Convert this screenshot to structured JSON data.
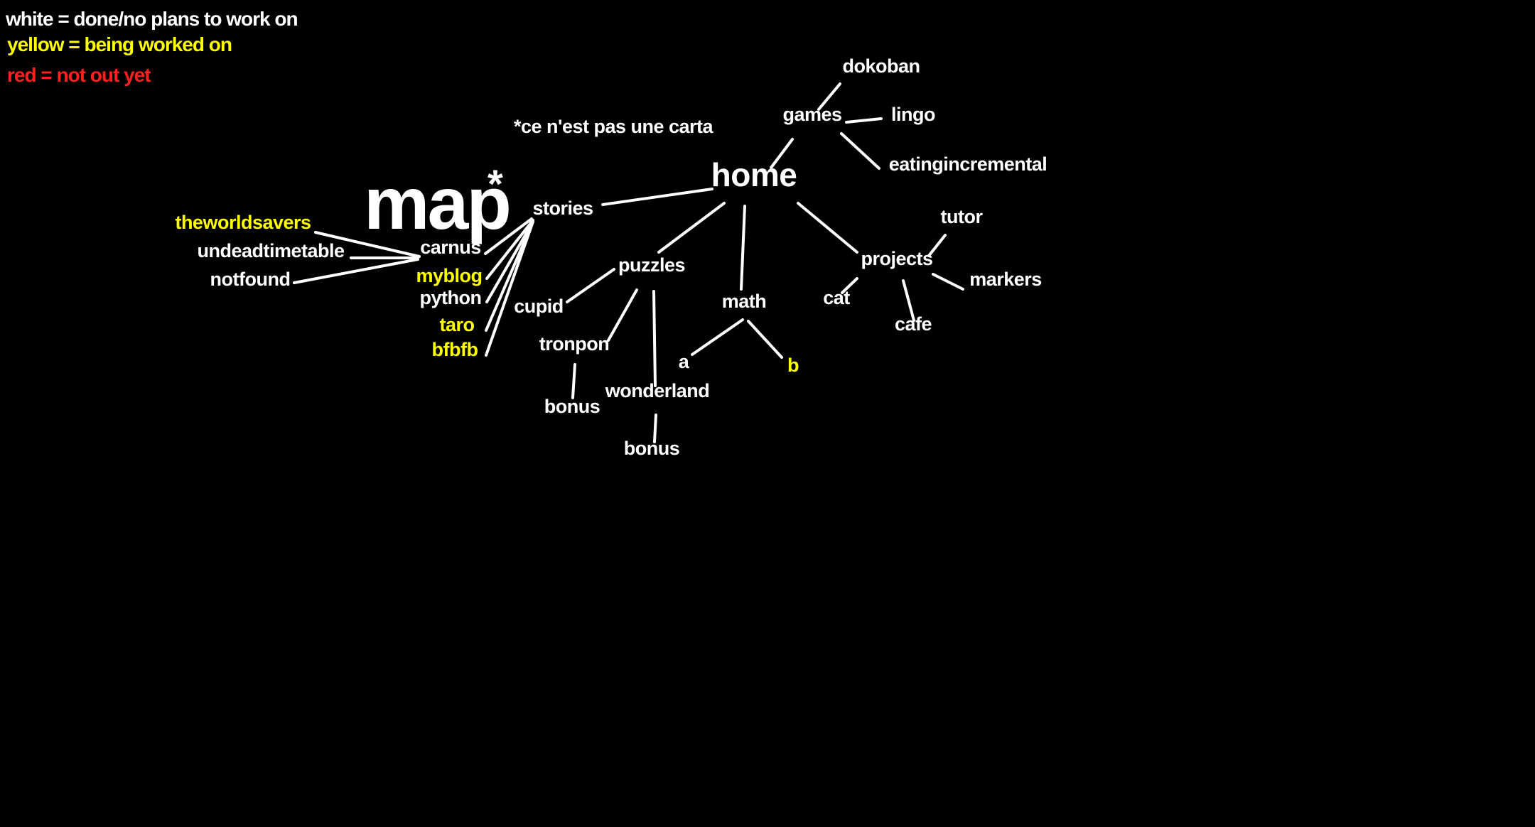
{
  "colors": {
    "background": "#000000",
    "white": "#ffffff",
    "yellow": "#ffff00",
    "red": "#ff2020"
  },
  "legend": {
    "white_label": "white = done/no plans to work on",
    "yellow_label": "yellow = being worked on",
    "red_label": "red = not out yet"
  },
  "title": {
    "text": "map",
    "asterisk": "*"
  },
  "footnote": "*ce n'est pas une carta",
  "nodes": {
    "home": {
      "label": "home",
      "status": "white"
    },
    "games": {
      "label": "games",
      "status": "white"
    },
    "dokoban": {
      "label": "dokoban",
      "status": "white"
    },
    "lingo": {
      "label": "lingo",
      "status": "white"
    },
    "eatingincremental": {
      "label": "eatingincremental",
      "status": "white"
    },
    "stories": {
      "label": "stories",
      "status": "white"
    },
    "carnus": {
      "label": "carnus",
      "status": "white"
    },
    "myblog": {
      "label": "myblog",
      "status": "yellow"
    },
    "python": {
      "label": "python",
      "status": "white"
    },
    "taro": {
      "label": "taro",
      "status": "yellow"
    },
    "bfbfb": {
      "label": "bfbfb",
      "status": "yellow"
    },
    "theworldsavers": {
      "label": "theworldsavers",
      "status": "yellow"
    },
    "undeadtimetable": {
      "label": "undeadtimetable",
      "status": "white"
    },
    "notfound": {
      "label": "notfound",
      "status": "white"
    },
    "puzzles": {
      "label": "puzzles",
      "status": "white"
    },
    "cupid": {
      "label": "cupid",
      "status": "white"
    },
    "tronpon": {
      "label": "tronpon",
      "status": "white"
    },
    "tronpon_bonus": {
      "label": "bonus",
      "status": "white"
    },
    "wonderland": {
      "label": "wonderland",
      "status": "white"
    },
    "wonderland_bonus": {
      "label": "bonus",
      "status": "white"
    },
    "math": {
      "label": "math",
      "status": "white"
    },
    "a": {
      "label": "a",
      "status": "white"
    },
    "b": {
      "label": "b",
      "status": "yellow"
    },
    "projects": {
      "label": "projects",
      "status": "white"
    },
    "tutor": {
      "label": "tutor",
      "status": "white"
    },
    "markers": {
      "label": "markers",
      "status": "white"
    },
    "cat": {
      "label": "cat",
      "status": "white"
    },
    "cafe": {
      "label": "cafe",
      "status": "white"
    }
  },
  "edges": [
    [
      "home",
      "games"
    ],
    [
      "games",
      "dokoban"
    ],
    [
      "games",
      "lingo"
    ],
    [
      "games",
      "eatingincremental"
    ],
    [
      "home",
      "stories"
    ],
    [
      "stories",
      "carnus"
    ],
    [
      "stories",
      "myblog"
    ],
    [
      "stories",
      "python"
    ],
    [
      "stories",
      "taro"
    ],
    [
      "stories",
      "bfbfb"
    ],
    [
      "carnus",
      "theworldsavers"
    ],
    [
      "carnus",
      "undeadtimetable"
    ],
    [
      "carnus",
      "notfound"
    ],
    [
      "home",
      "puzzles"
    ],
    [
      "puzzles",
      "cupid"
    ],
    [
      "puzzles",
      "tronpon"
    ],
    [
      "puzzles",
      "wonderland"
    ],
    [
      "tronpon",
      "tronpon_bonus"
    ],
    [
      "wonderland",
      "wonderland_bonus"
    ],
    [
      "home",
      "math"
    ],
    [
      "math",
      "a"
    ],
    [
      "math",
      "b"
    ],
    [
      "home",
      "projects"
    ],
    [
      "projects",
      "tutor"
    ],
    [
      "projects",
      "markers"
    ],
    [
      "projects",
      "cat"
    ],
    [
      "projects",
      "cafe"
    ]
  ]
}
